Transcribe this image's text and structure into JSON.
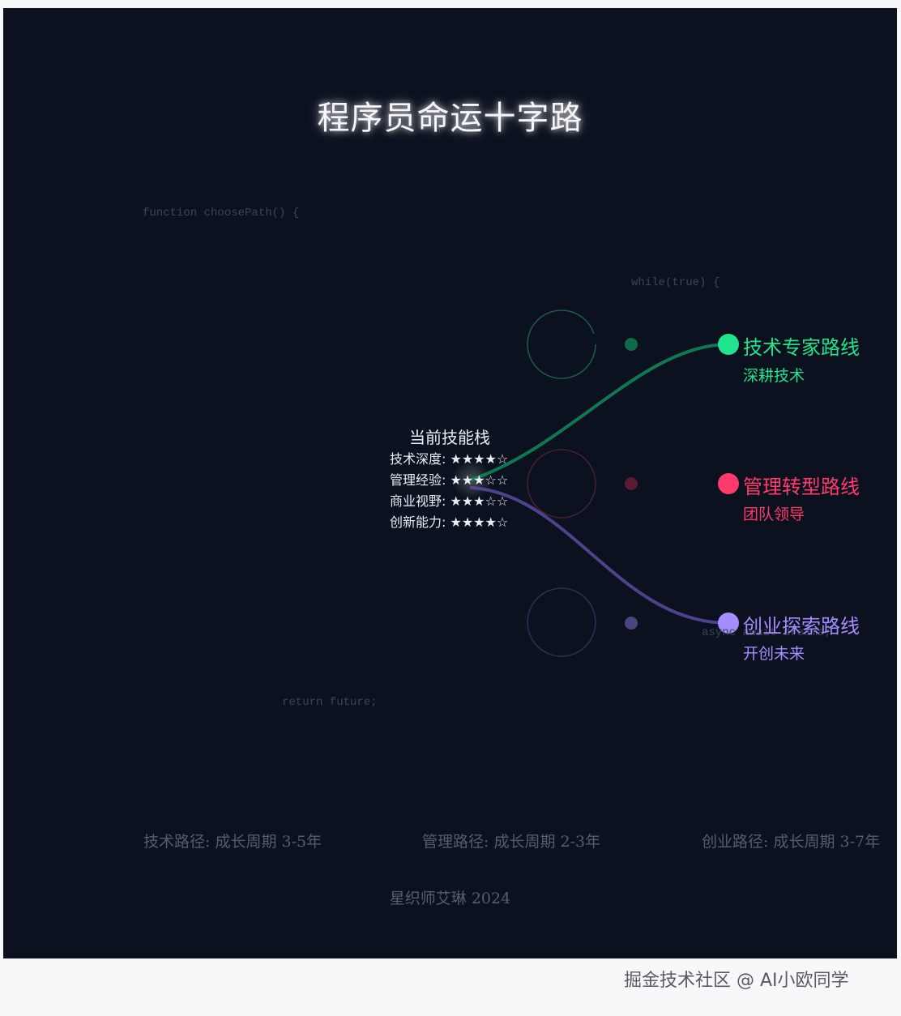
{
  "title": "程序员命运十字路",
  "code_snippets": {
    "function": "function choosePath() {",
    "while": "while(true) {",
    "async": "async await dreams;",
    "return": "return future;"
  },
  "skills": {
    "title": "当前技能栈",
    "items": [
      {
        "label": "技术深度",
        "stars": "★★★★☆"
      },
      {
        "label": "管理经验",
        "stars": "★★★☆☆"
      },
      {
        "label": "商业视野",
        "stars": "★★★☆☆"
      },
      {
        "label": "创新能力",
        "stars": "★★★★☆"
      }
    ],
    "items_text": [
      "技术深度: ★★★★☆",
      "管理经验: ★★★☆☆",
      "商业视野: ★★★☆☆",
      "创新能力: ★★★★☆"
    ]
  },
  "routes": [
    {
      "name": "技术专家路线",
      "subtitle": "深耕技术",
      "color": "#1fe38d"
    },
    {
      "name": "管理转型路线",
      "subtitle": "团队领导",
      "color": "#ff3b6b"
    },
    {
      "name": "创业探索路线",
      "subtitle": "开创未来",
      "color": "#a68cff"
    }
  ],
  "growth_cycles": [
    "技术路径: 成长周期 3-5年",
    "管理路径: 成长周期 2-3年",
    "创业路径: 成长周期 3-7年"
  ],
  "signature": "星织师艾琳 2024",
  "watermark": "掘金技术社区 @ AI小欧同学",
  "colors": {
    "background": "#0b111e",
    "tech": "#1fe38d",
    "management": "#ff3b6b",
    "startup": "#a68cff"
  }
}
